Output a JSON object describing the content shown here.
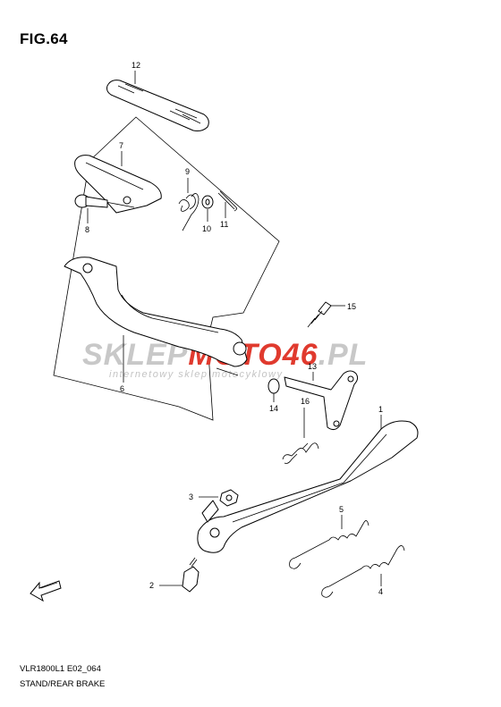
{
  "figure": {
    "title": "FIG.64"
  },
  "callouts": [
    "1",
    "2",
    "3",
    "4",
    "5",
    "6",
    "7",
    "8",
    "9",
    "10",
    "11",
    "12",
    "13",
    "14",
    "15",
    "16"
  ],
  "watermark": {
    "brand_part1": "SKLEP",
    "brand_part2": "MOTO",
    "brand_part3": "46",
    "brand_part4": ".PL",
    "tagline": "internetowy sklep motocyklowy",
    "colors": {
      "gray": "#c8c8c8",
      "red": "#e03a2e"
    }
  },
  "footer": {
    "model_code": "VLR1800L1 E02_064",
    "section": "STAND/REAR BRAKE"
  }
}
